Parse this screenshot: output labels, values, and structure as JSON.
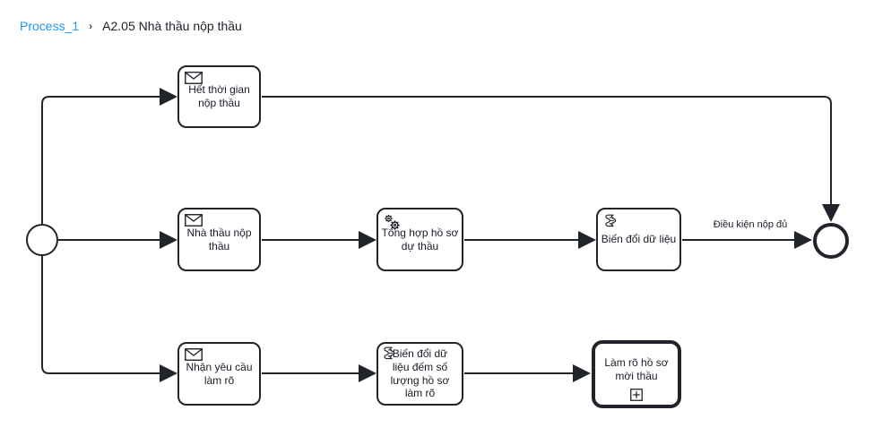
{
  "breadcrumb": {
    "process_link": "Process_1",
    "separator": "›",
    "title": "A2.05 Nhà thầu nộp thầu"
  },
  "colors": {
    "stroke": "#22242b",
    "text": "#171d26",
    "link": "#2196f3",
    "canvas_bg": "#ffffff"
  },
  "diagram": {
    "nodes": {
      "timeout": {
        "label": "Hết thời gian\nnộp thầu",
        "icon": "message-icon",
        "type": "receive-task"
      },
      "submit": {
        "label": "Nhà thầu nộp\nthầu",
        "icon": "message-icon",
        "type": "receive-task"
      },
      "aggregate": {
        "label": "Tổng hợp hồ sơ\ndự thầu",
        "icon": "service-icon",
        "type": "service-task"
      },
      "transform": {
        "label": "Biến đổi dữ liệu",
        "icon": "script-icon",
        "type": "script-task"
      },
      "receive_clarify": {
        "label": "Nhận yêu cầu\nlàm rõ",
        "icon": "message-icon",
        "type": "receive-task"
      },
      "transform_count": {
        "label": "Biến đổi dữ\nliệu đếm số\nlượng hồ sơ\nlàm rõ",
        "icon": "script-icon",
        "type": "script-task"
      },
      "clarify_call": {
        "label": "Làm rõ hồ sơ\nmời thầu",
        "icon": "subprocess-plus-icon",
        "type": "call-activity"
      }
    },
    "events": {
      "start": {
        "type": "start-event"
      },
      "end": {
        "type": "end-event"
      }
    },
    "flow_labels": {
      "condition": "Điều kiện nộp đủ"
    }
  }
}
